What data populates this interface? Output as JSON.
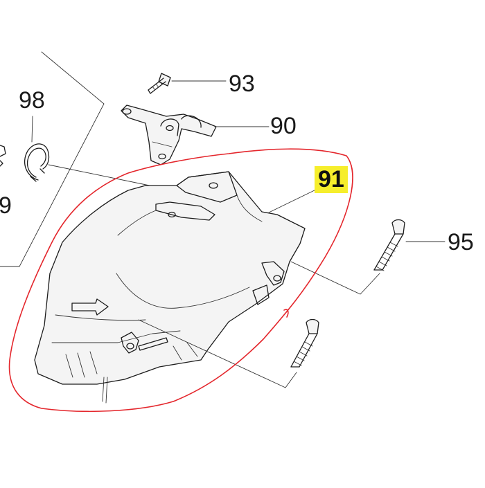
{
  "diagram": {
    "callouts": [
      {
        "id": "93",
        "text": "93"
      },
      {
        "id": "90",
        "text": "90"
      },
      {
        "id": "98",
        "text": "98"
      },
      {
        "id": "9",
        "text": "9"
      },
      {
        "id": "95",
        "text": "95"
      },
      {
        "id": "91",
        "text": "91",
        "highlighted": true
      }
    ],
    "colors": {
      "highlight": "#f6ee2c",
      "selection_outline": "#e4262c",
      "line": "#1c1c1c"
    }
  }
}
